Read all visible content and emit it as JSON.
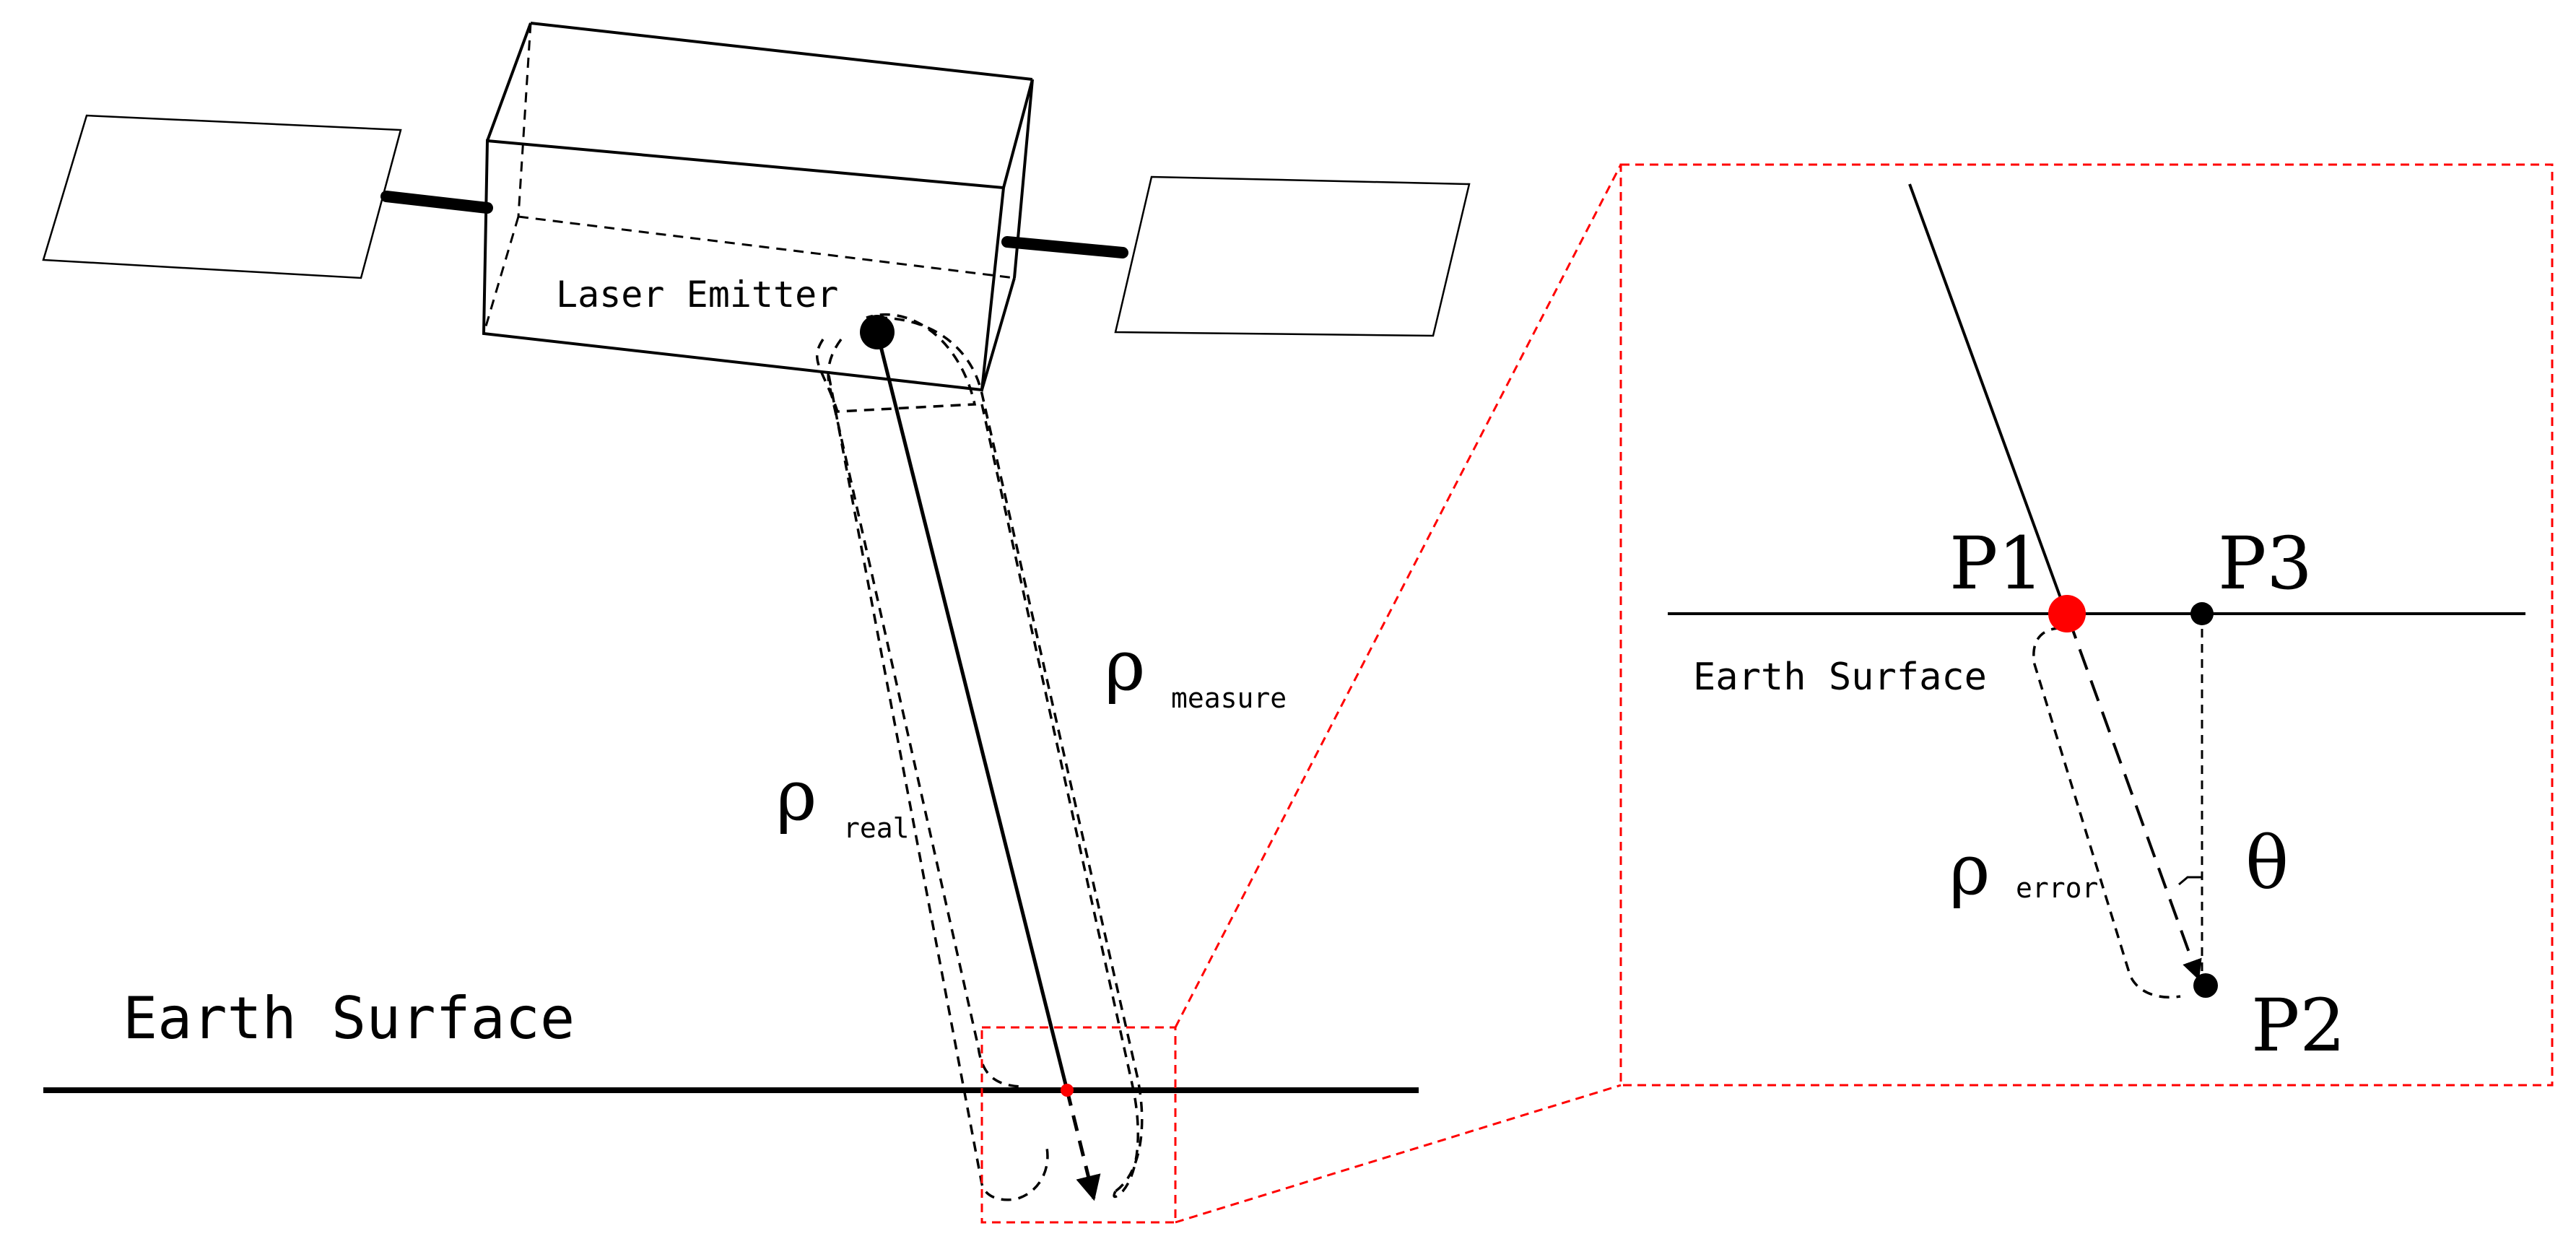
{
  "left": {
    "emitter_label": "Laser Emitter",
    "rho_real_sub": "real",
    "rho_measure_sub": "measure",
    "earth_label": "Earth Surface"
  },
  "rho_symbol": "ρ",
  "inset": {
    "p1": "P1",
    "p2": "P2",
    "p3": "P3",
    "earth_label": "Earth Surface",
    "rho_error_sub": "error",
    "theta": "θ"
  },
  "colors": {
    "line": "#000000",
    "highlight": "#ff0000"
  }
}
